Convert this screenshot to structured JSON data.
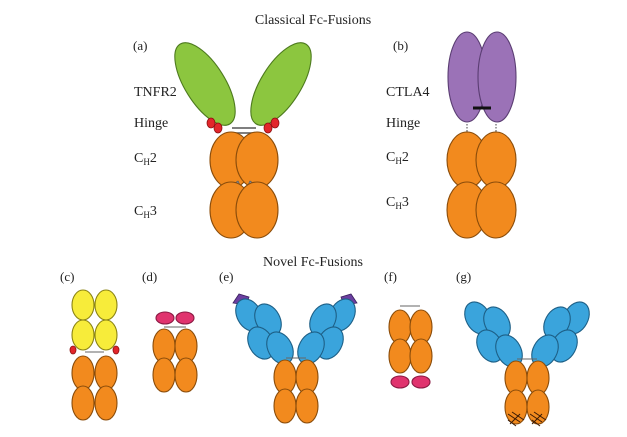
{
  "titles": {
    "classical": "Classical Fc-Fusions",
    "novel": "Novel Fc-Fusions"
  },
  "panels": {
    "a": "(a)",
    "b": "(b)",
    "c": "(c)",
    "d": "(d)",
    "e": "(e)",
    "f": "(f)",
    "g": "(g)"
  },
  "labels_a": {
    "tnfr2": "TNFR2",
    "hinge": "Hinge",
    "ch2_main": "C",
    "ch2_sub": "H",
    "ch2_num": "2",
    "ch3_main": "C",
    "ch3_sub": "H",
    "ch3_num": "3"
  },
  "labels_b": {
    "ctla4": "CTLA4",
    "hinge": "Hinge",
    "ch2_main": "C",
    "ch2_sub": "H",
    "ch2_num": "2",
    "ch3_main": "C",
    "ch3_sub": "H",
    "ch3_num": "3"
  },
  "colors": {
    "fc_domain": "#f28a1e",
    "tnfr2": "#8cc63f",
    "ctla4": "#9b72b7",
    "yellow_domain": "#f7ec3a",
    "blue_domain": "#3aa4dc",
    "pink_domain": "#e0336e",
    "glycan": "#e2262b"
  }
}
